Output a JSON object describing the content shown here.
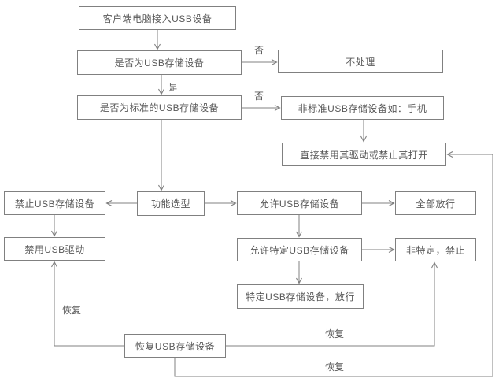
{
  "flowchart": {
    "nodes": {
      "client": "客户端电脑接入USB设备",
      "is_usb_storage": "是否为USB存储设备",
      "no_action": "不处理",
      "is_standard": "是否为标准的USB存储设备",
      "non_standard": "非标准USB存储设备如：手机",
      "disable_open": "直接禁用其驱动或禁止其打开",
      "forbid_usb": "禁止USB存储设备",
      "function_select": "功能选型",
      "allow_usb": "允许USB存储设备",
      "allow_all": "全部放行",
      "disable_driver": "禁用USB驱动",
      "allow_specific": "允许特定USB存储设备",
      "non_specific_forbid": "非特定，禁止",
      "specific_allow": "特定USB存储设备，放行",
      "restore_usb": "恢复USB存储设备"
    },
    "edge_labels": {
      "no_1": "否",
      "yes_1": "是",
      "no_2": "否",
      "restore_left": "恢复",
      "restore_mid": "恢复",
      "restore_bottom": "恢复"
    },
    "colors": {
      "border": "#808080",
      "line": "#808080",
      "text": "#595959",
      "background": "#ffffff"
    }
  }
}
